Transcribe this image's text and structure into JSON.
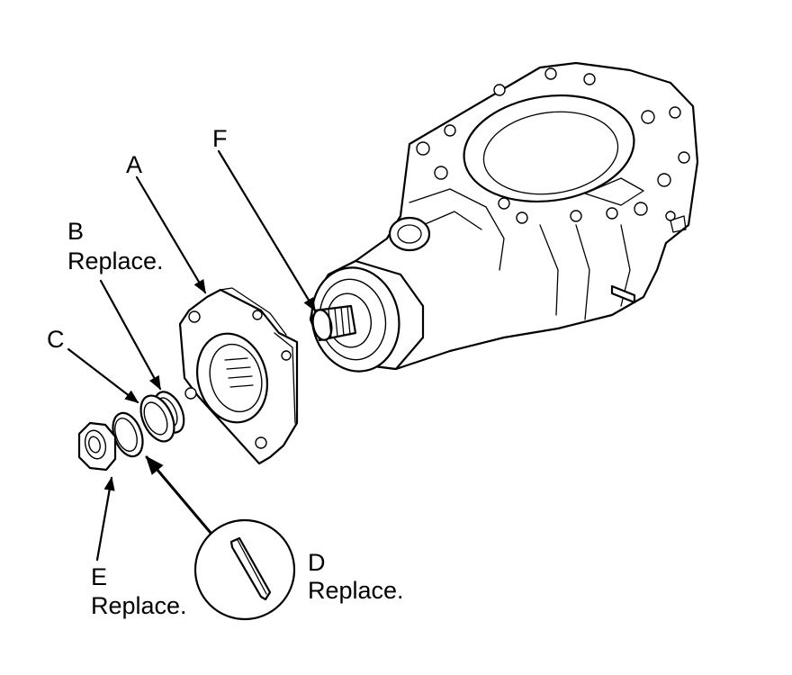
{
  "callouts": {
    "a": {
      "letter": "A"
    },
    "b": {
      "letter": "B",
      "note": "Replace."
    },
    "c": {
      "letter": "C"
    },
    "d": {
      "letter": "D",
      "note": "Replace."
    },
    "e": {
      "letter": "E",
      "note": "Replace."
    },
    "f": {
      "letter": "F"
    }
  },
  "colors": {
    "line": "#000000",
    "background": "#ffffff"
  }
}
